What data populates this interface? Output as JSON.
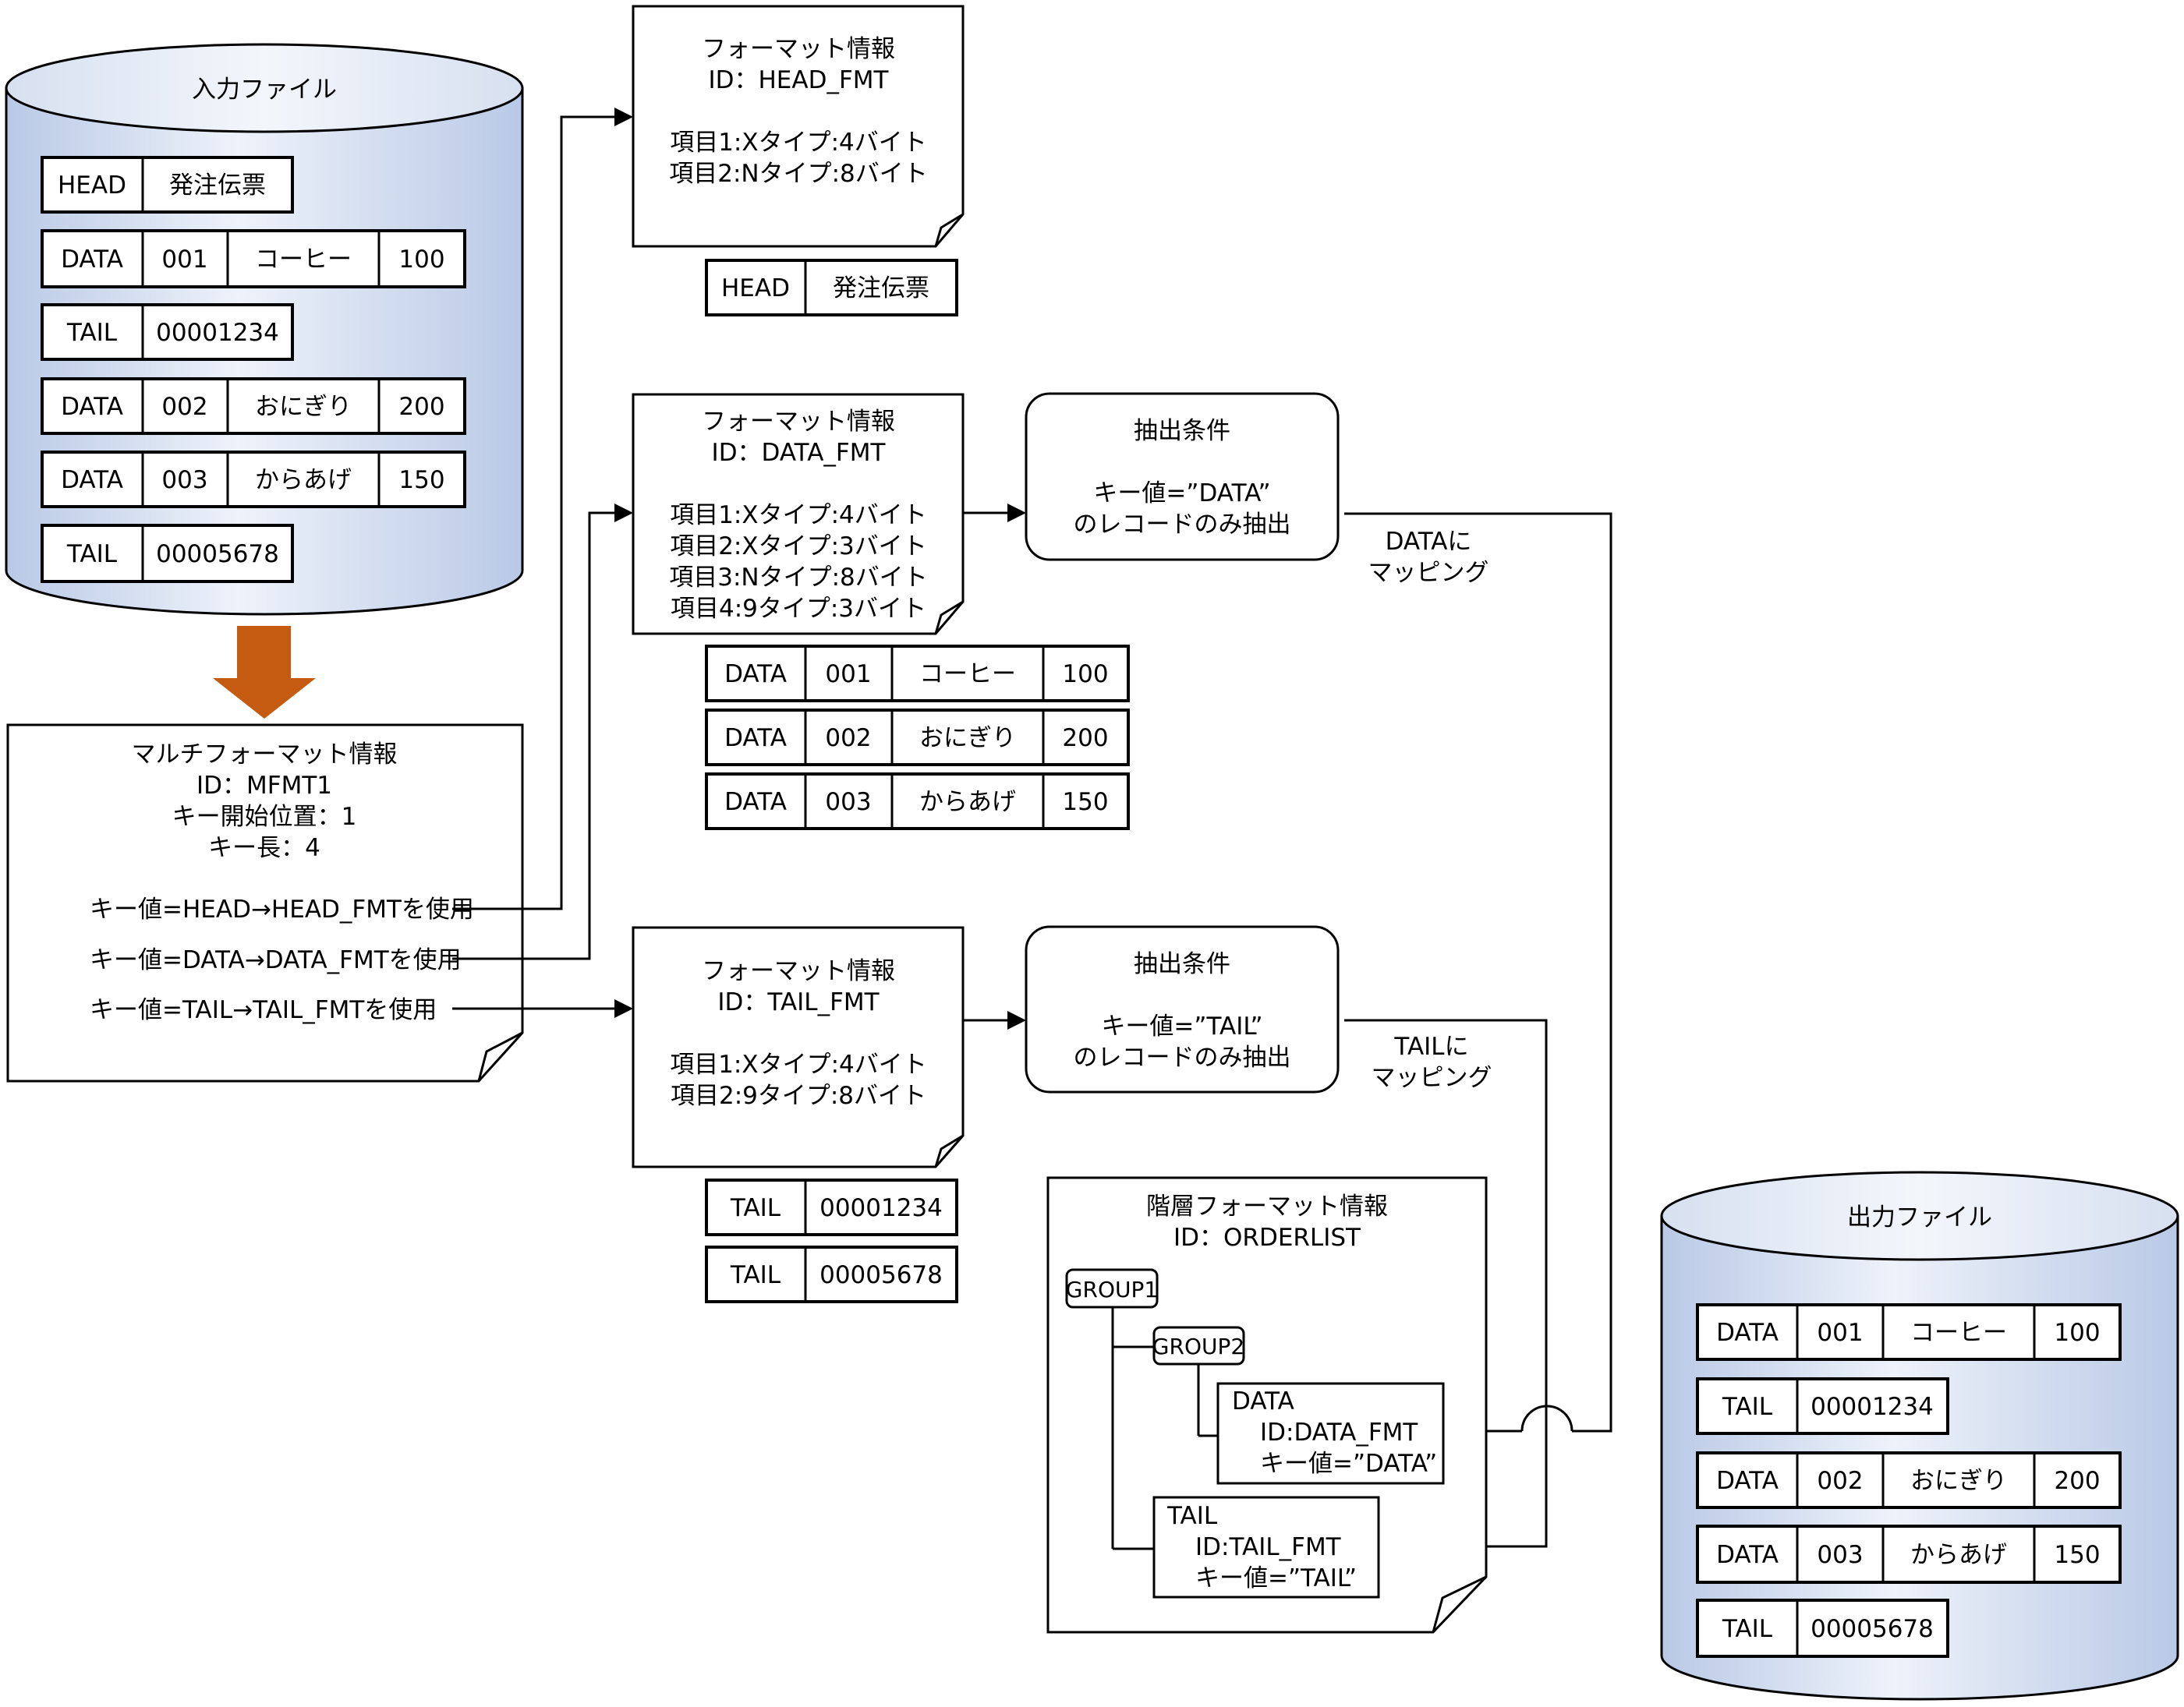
{
  "input_file": {
    "title": "入力ファイル",
    "records": [
      [
        "HEAD",
        "発注伝票"
      ],
      [
        "DATA",
        "001",
        "コーヒー",
        "100"
      ],
      [
        "TAIL",
        "00001234"
      ],
      [
        "DATA",
        "002",
        "おにぎり",
        "200"
      ],
      [
        "DATA",
        "003",
        "からあげ",
        "150"
      ],
      [
        "TAIL",
        "00005678"
      ]
    ]
  },
  "multi_format": {
    "lines": [
      "マルチフォーマット情報",
      "ID：MFMT1",
      "キー開始位置：1",
      "キー長：4"
    ],
    "rules": [
      "キー値=HEAD→HEAD_FMTを使用",
      "キー値=DATA→DATA_FMTを使用",
      "キー値=TAIL→TAIL_FMTを使用"
    ]
  },
  "head_fmt": {
    "lines": [
      "フォーマット情報",
      "ID：HEAD_FMT",
      "",
      "項目1:Xタイプ:4バイト",
      "項目2:Nタイプ:8バイト"
    ],
    "records": [
      [
        "HEAD",
        "発注伝票"
      ]
    ]
  },
  "data_fmt": {
    "lines": [
      "フォーマット情報",
      "ID：DATA_FMT",
      "",
      "項目1:Xタイプ:4バイト",
      "項目2:Xタイプ:3バイト",
      "項目3:Nタイプ:8バイト",
      "項目4:9タイプ:3バイト"
    ],
    "records": [
      [
        "DATA",
        "001",
        "コーヒー",
        "100"
      ],
      [
        "DATA",
        "002",
        "おにぎり",
        "200"
      ],
      [
        "DATA",
        "003",
        "からあげ",
        "150"
      ]
    ]
  },
  "tail_fmt": {
    "lines": [
      "フォーマット情報",
      "ID：TAIL_FMT",
      "",
      "項目1:Xタイプ:4バイト",
      "項目2:9タイプ:8バイト"
    ],
    "records": [
      [
        "TAIL",
        "00001234"
      ],
      [
        "TAIL",
        "00005678"
      ]
    ]
  },
  "extract_data": {
    "lines": [
      "抽出条件",
      "",
      "キー値=”DATA”",
      "のレコードのみ抽出"
    ],
    "mapping": [
      "DATAに",
      "マッピング"
    ]
  },
  "extract_tail": {
    "lines": [
      "抽出条件",
      "",
      "キー値=”TAIL”",
      "のレコードのみ抽出"
    ],
    "mapping": [
      "TAILに",
      "マッピング"
    ]
  },
  "hierarchy": {
    "lines": [
      "階層フォーマット情報",
      "ID：ORDERLIST"
    ],
    "group1": "GROUP1",
    "group2": "GROUP2",
    "data_node": [
      "DATA",
      "ID:DATA_FMT",
      "キー値=”DATA”"
    ],
    "tail_node": [
      "TAIL",
      "ID:TAIL_FMT",
      "キー値=”TAIL”"
    ]
  },
  "output_file": {
    "title": "出力ファイル",
    "records": [
      [
        "DATA",
        "001",
        "コーヒー",
        "100"
      ],
      [
        "TAIL",
        "00001234"
      ],
      [
        "DATA",
        "002",
        "おにぎり",
        "200"
      ],
      [
        "DATA",
        "003",
        "からあげ",
        "150"
      ],
      [
        "TAIL",
        "00005678"
      ]
    ]
  },
  "colors": {
    "cylinder_fill_light": "#eef2fa",
    "cylinder_fill_dark": "#b9c9e6",
    "stroke": "#000000",
    "arrow_orange": "#c55a11"
  }
}
